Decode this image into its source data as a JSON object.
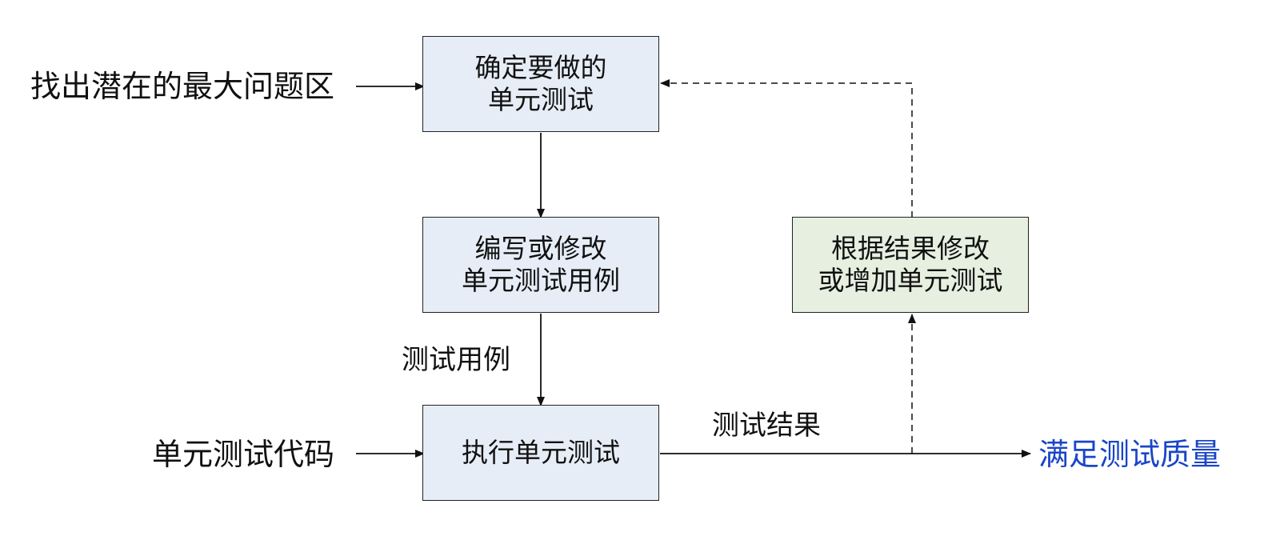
{
  "inputs": {
    "problem_areas": "找出潜在的最大问题区",
    "unit_test_code": "单元测试代码"
  },
  "boxes": {
    "determine": {
      "line1": "确定要做的",
      "line2": "单元测试"
    },
    "write": {
      "line1": "编写或修改",
      "line2": "单元测试用例"
    },
    "execute": {
      "line1": "执行单元测试"
    },
    "revise": {
      "line1": "根据结果修改",
      "line2": "或增加单元测试"
    }
  },
  "edge_labels": {
    "test_cases": "测试用例",
    "test_results": "测试结果"
  },
  "output": {
    "goal": "满足测试质量"
  },
  "colors": {
    "box_blue": "#e6edf7",
    "box_green": "#e6efe0",
    "goal_text": "#1a45c8"
  }
}
